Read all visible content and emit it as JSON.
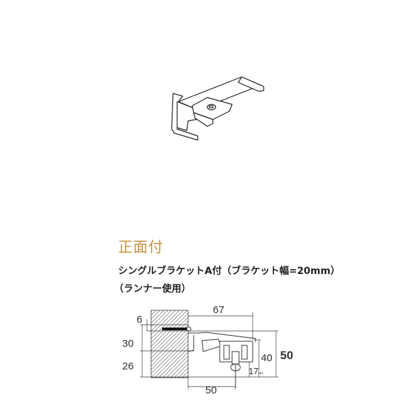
{
  "section": {
    "heading": "正面付",
    "heading_color": "#c8913f",
    "subtitle": "シングルブラケットA付（ブラケット幅=20mm）",
    "subtitle2": "（ランナー使用）"
  },
  "diagram": {
    "dimensions": {
      "top_width": "67",
      "screw_offset": "6",
      "upper_height": "30",
      "lower_height": "26",
      "rail_height": "40",
      "total_height": "50",
      "bottom_offset": "17",
      "bottom_offset_note": "(※)",
      "bottom_width": "50"
    }
  }
}
